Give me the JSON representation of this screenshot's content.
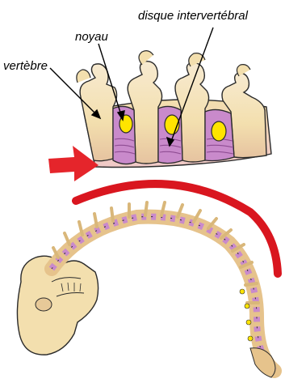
{
  "labels": {
    "disc": "disque intervertébral",
    "nucleus": "noyau",
    "vertebra": "vertèbre"
  },
  "colors": {
    "bone": "#f3dfae",
    "bone_shadow": "#d9b77a",
    "disc": "#c98acb",
    "disc_dark": "#8f4d93",
    "nucleus": "#ffe400",
    "arrow": "#e5252b",
    "arc": "#d9161f",
    "outline": "#2b2b2b"
  },
  "icons": {
    "force_arrow": "right-arrow-icon",
    "bend_arc": "curved-arc-icon"
  }
}
